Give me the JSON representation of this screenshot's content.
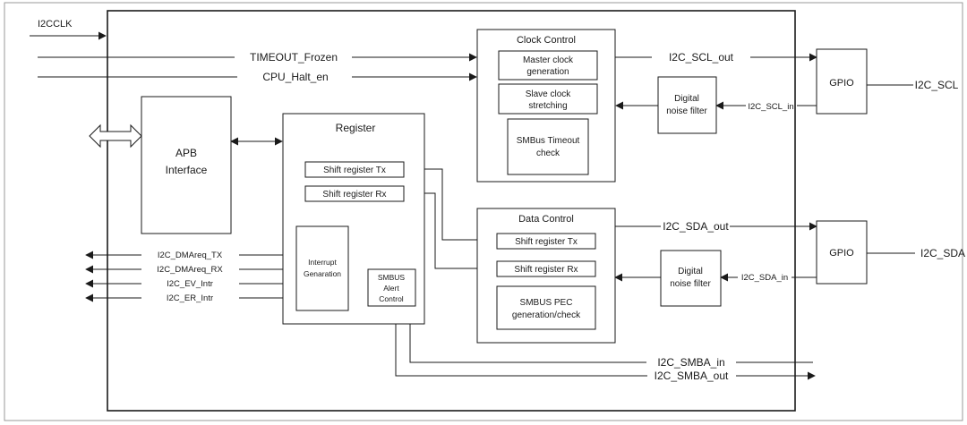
{
  "diagram": {
    "signals_in": {
      "clk": "I2CCLK",
      "timeout_frozen": "TIMEOUT_Frozen",
      "cpu_halt_en": "CPU_Halt_en"
    },
    "apb": [
      "APB",
      "Interface"
    ],
    "register": {
      "title": "Register",
      "shift_tx": "Shift register Tx",
      "shift_rx": "Shift register Rx",
      "interrupt": [
        "Interrupt",
        "Genaration"
      ],
      "smbus_alert": [
        "SMBUS",
        "Alert",
        "Control"
      ]
    },
    "clock_control": {
      "title": "Clock Control",
      "master": [
        "Master clock",
        "generation"
      ],
      "slave": [
        "Slave clock",
        "stretching"
      ],
      "smbus_timeout": [
        "SMBus Timeout",
        "check"
      ]
    },
    "data_control": {
      "title": "Data Control",
      "shift_tx": "Shift register Tx",
      "shift_rx": "Shift register Rx",
      "pec": [
        "SMBUS PEC",
        "generation/check"
      ]
    },
    "noise_filter": [
      "Digital",
      "noise filter"
    ],
    "gpio": "GPIO",
    "signals_out": {
      "scl_out": "I2C_SCL_out",
      "scl_in": "I2C_SCL_in",
      "scl": "I2C_SCL",
      "sda_out": "I2C_SDA_out",
      "sda_in": "I2C_SDA_in",
      "sda": "I2C_SDA",
      "smba_in": "I2C_SMBA_in",
      "smba_out": "I2C_SMBA_out"
    },
    "interrupt_signals": [
      "I2C_DMAreq_TX",
      "I2C_DMAreq_RX",
      "I2C_EV_Intr",
      "I2C_ER_Intr"
    ]
  }
}
